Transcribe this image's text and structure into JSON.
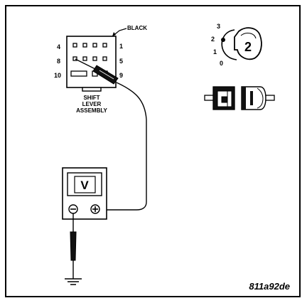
{
  "connector": {
    "wire_label": "BLACK",
    "name_lines": [
      "SHIFT",
      "LEVER",
      "ASSEMBLY"
    ],
    "pins_left": [
      "4",
      "8",
      "10"
    ],
    "pins_right": [
      "1",
      "5",
      "9"
    ]
  },
  "ignition": {
    "positions": [
      "3",
      "2",
      "1",
      "0"
    ],
    "key_number": "2"
  },
  "meter": {
    "display": "V",
    "negative": "⊖",
    "positive": "⊕"
  },
  "figure_id": "811a92de"
}
